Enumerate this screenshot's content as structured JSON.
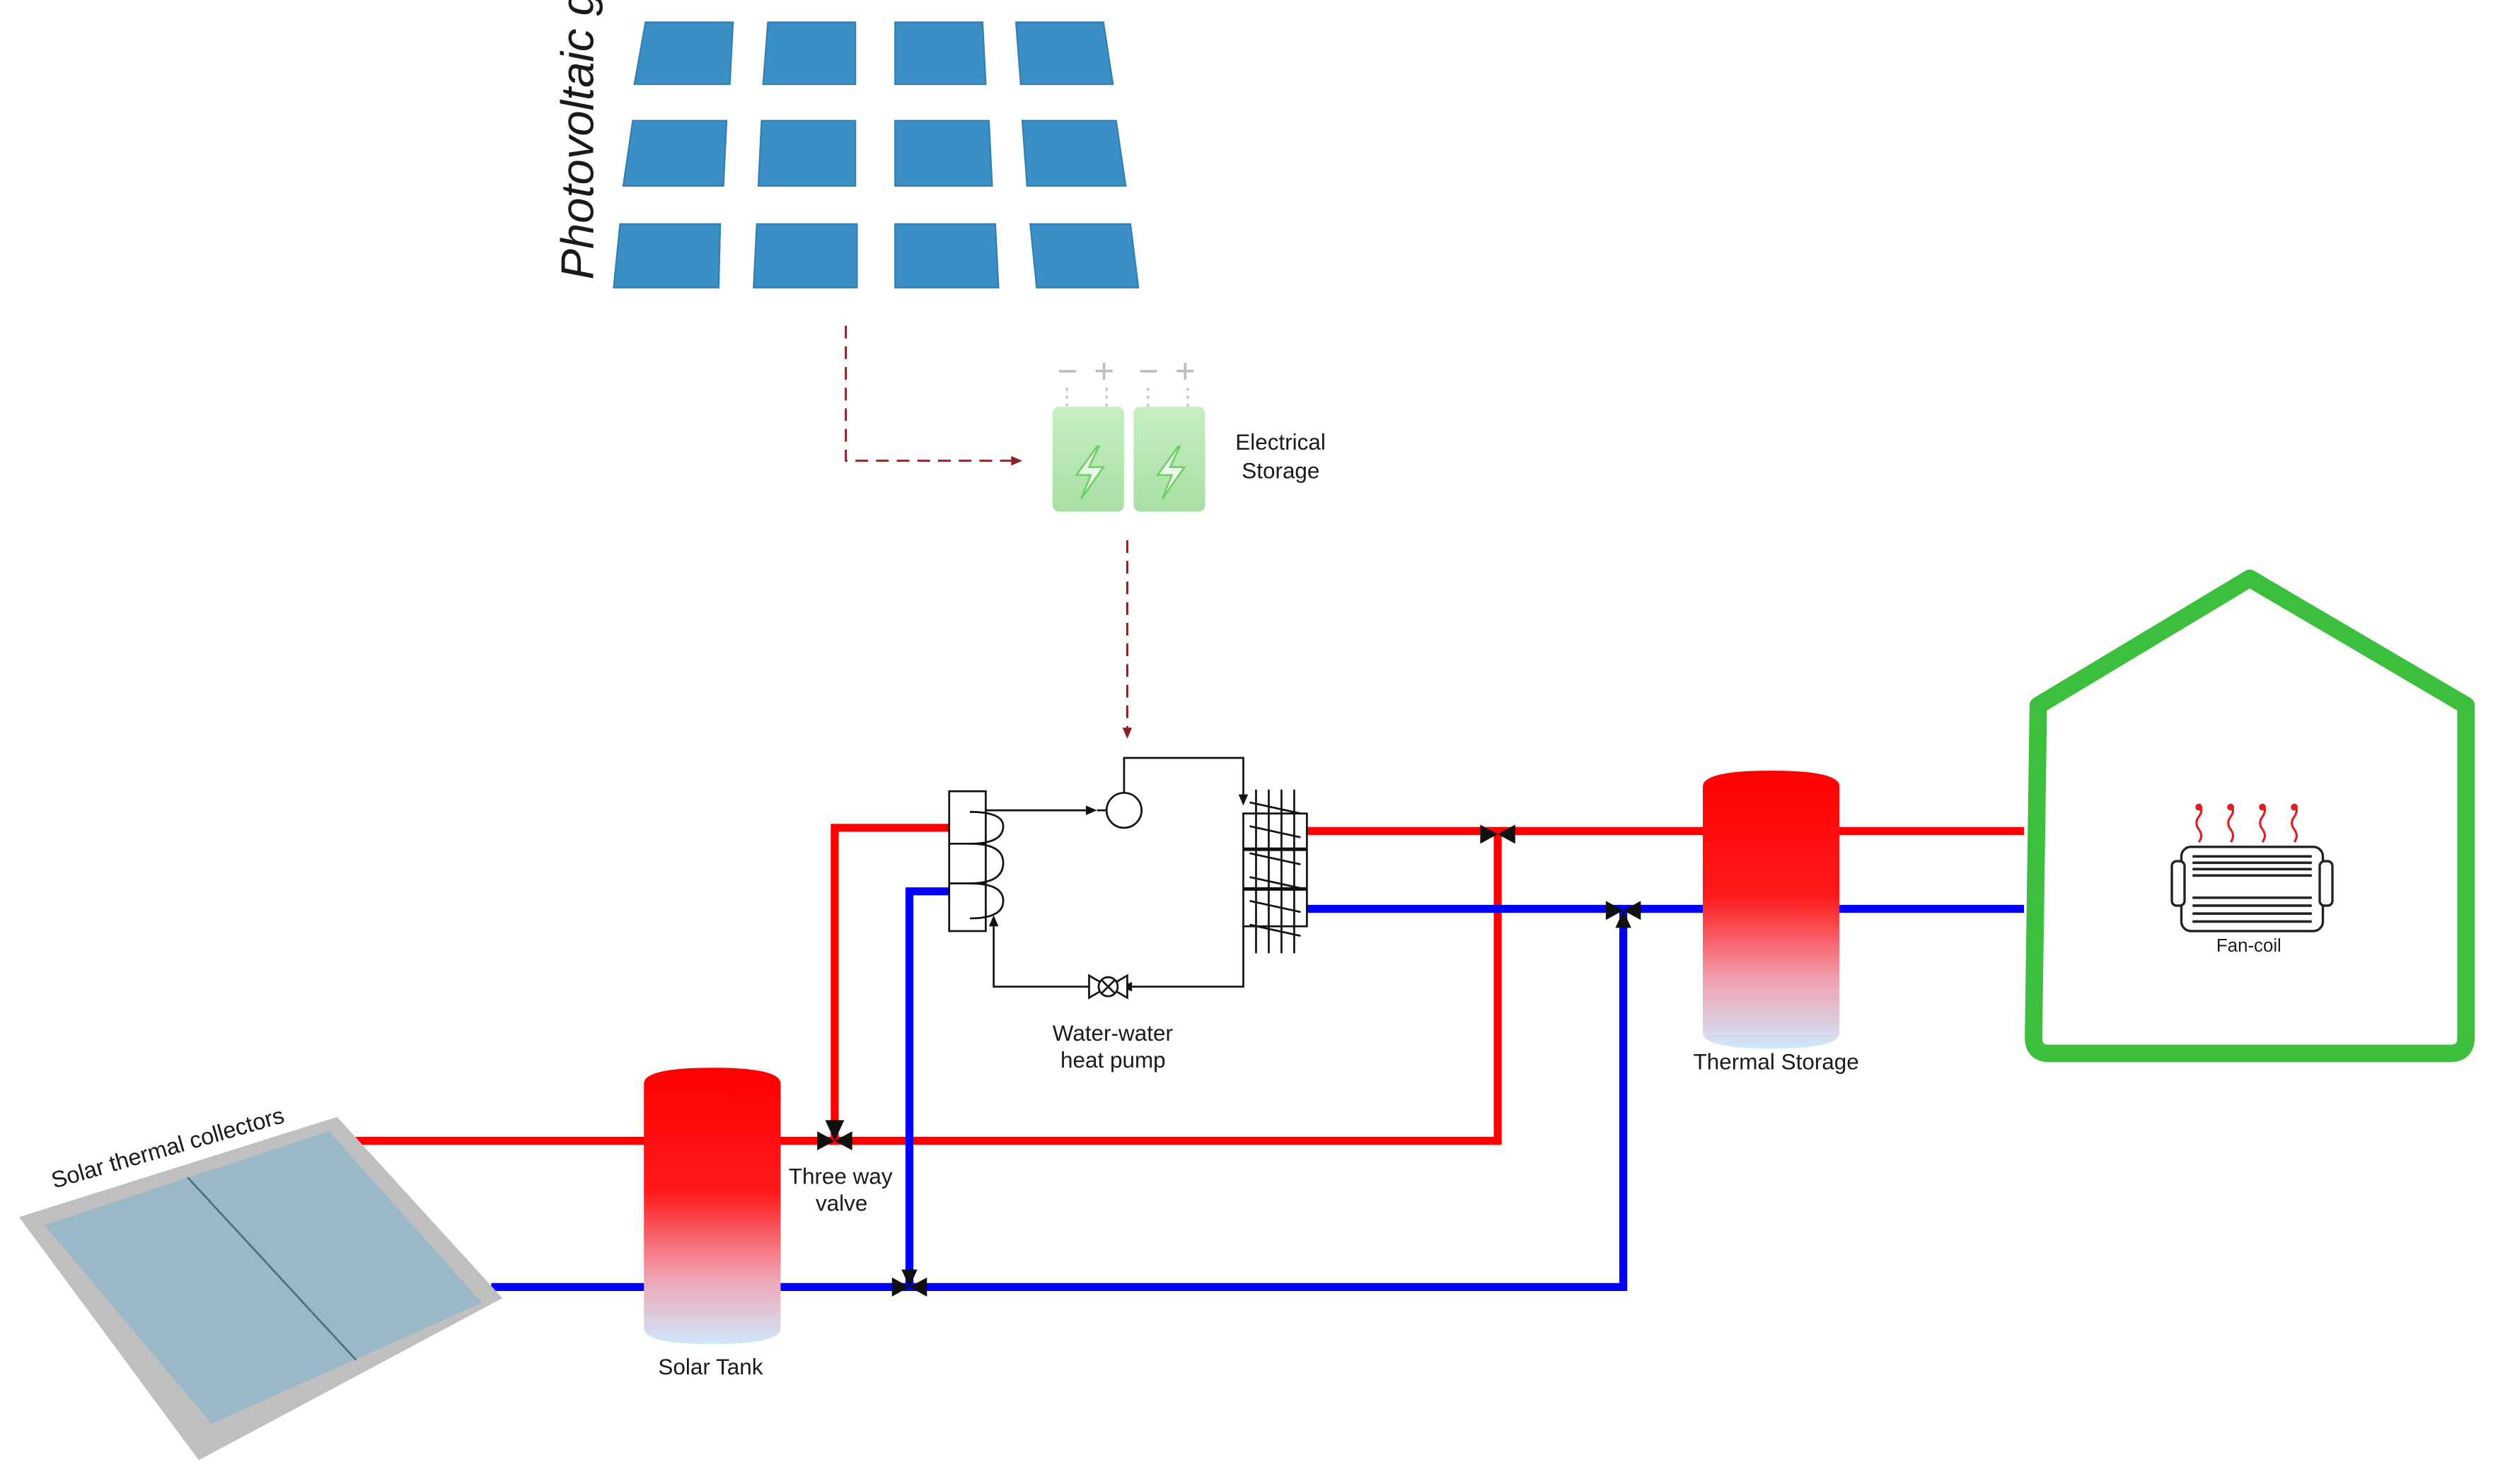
{
  "labels": {
    "pv_generator": "Photovoltaic generator",
    "electrical_storage_line1": "Electrical",
    "electrical_storage_line2": "Storage",
    "heat_pump_line1": "Water-water",
    "heat_pump_line2": "heat pump",
    "thermal_storage": "Thermal Storage",
    "fan_coil": "Fan-coil",
    "solar_collectors": "Solar thermal collectors",
    "three_way_valve_line1": "Three way",
    "three_way_valve_line2": "valve",
    "solar_tank": "Solar Tank"
  },
  "battery_terminals": {
    "minus": "−",
    "plus": "+"
  },
  "colors": {
    "hot_pipe": "#ff0000",
    "cold_pipe": "#0000ff",
    "pv_panel": "#3b8fc4",
    "battery": "#b8e8b4",
    "building": "#3cbf3c",
    "collector": "#9ab8c8",
    "signal_line": "#8b2020"
  },
  "icons": {
    "pv_panel": "solar-panel-icon",
    "battery": "lightning-battery-icon",
    "valve": "bowtie-valve-icon",
    "fan_coil": "fan-coil-unit-icon",
    "heat": "heat-wave-icon"
  }
}
